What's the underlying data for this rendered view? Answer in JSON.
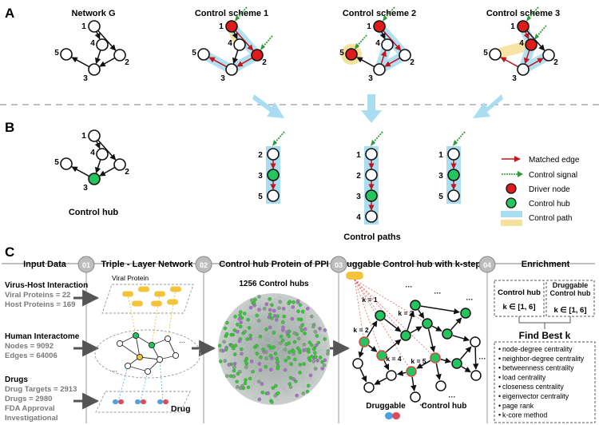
{
  "panel_a": {
    "letter": "A",
    "titles": [
      "Network G",
      "Control scheme 1",
      "Control scheme 2",
      "Control scheme 3"
    ],
    "node_labels": [
      "1",
      "2",
      "3",
      "4",
      "5"
    ]
  },
  "panel_b": {
    "letter": "B",
    "control_hub_label": "Control hub",
    "control_paths_label": "Control paths",
    "path1": [
      "2",
      "3",
      "5"
    ],
    "path2": [
      "1",
      "2",
      "3",
      "4"
    ],
    "path3": [
      "1",
      "3",
      "5"
    ],
    "legend": [
      "Matched edge",
      "Control signal",
      "Driver node",
      "Control hub",
      "Control path"
    ]
  },
  "panel_c": {
    "letter": "C",
    "step_headers": [
      "Input Data",
      "Triple - Layer Network",
      "Control hub Protein of PPI",
      "Druggable Control hub with k-step",
      "Enrichment"
    ],
    "step_numbers": [
      "01",
      "02",
      "03",
      "04"
    ],
    "virus_host": {
      "title": "Virus-Host Interaction",
      "lines": [
        "Viral Proteins = 22",
        "Host Proteins = 169"
      ]
    },
    "interactome": {
      "title": "Human Interactome",
      "lines": [
        "Nodes = 9092",
        "Edges = 64006"
      ]
    },
    "drugs": {
      "title": "Drugs",
      "lines": [
        "Drug Targets = 2913",
        "Drugs = 2980",
        "FDA Approval",
        "Investigational"
      ]
    },
    "viral_protein_label": "Viral Protein",
    "drug_label": "Drug",
    "control_hubs_count": "1256 Control hubs",
    "druggable_label": "Druggable",
    "control_hub_label": "Control hub",
    "k_labels": [
      "k = 1",
      "k = 2",
      "k = 3",
      "k = 4",
      "k = 5"
    ],
    "dots": "···",
    "enrichment": {
      "box1_title": "Control hub",
      "box2_title": "Druggable Control hub",
      "k_range": "k ∈ [1, 6]",
      "find_best": "Find Best k",
      "items": [
        "node-degree centrality",
        "neighbor-degree centrality",
        "betweenness centrality",
        "load centrality",
        "closeness centrality",
        "eigenvector centrality",
        "page rank",
        "k-core method"
      ]
    }
  },
  "colors": {
    "matched_edge": "#c0161c",
    "control_signal": "#2e9a3c",
    "driver_node": "#e01b1b",
    "control_hub": "#22c55e",
    "control_path": "#a8ddf2",
    "highlight": "#f6e19a"
  }
}
